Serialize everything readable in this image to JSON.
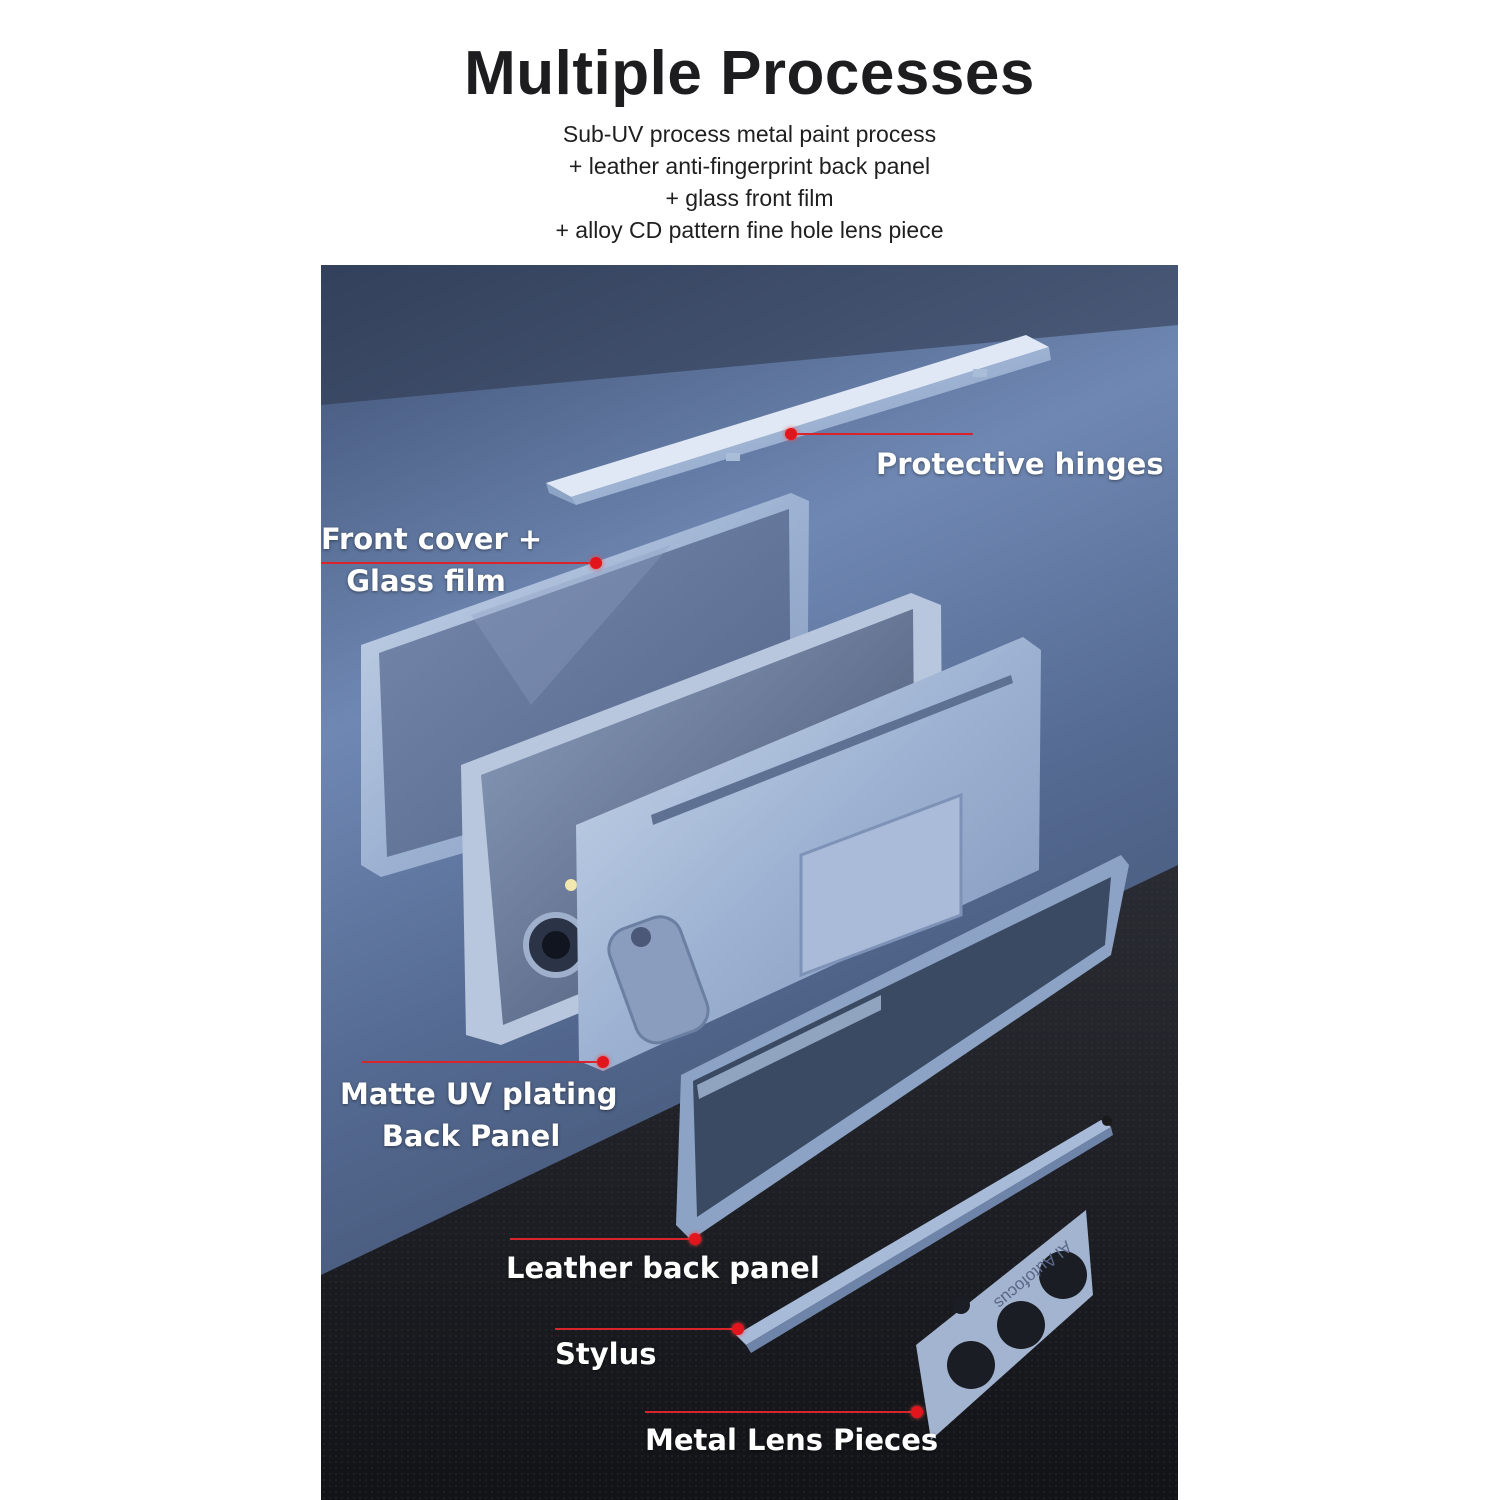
{
  "header": {
    "title": "Multiple Processes",
    "lines": [
      "Sub-UV process metal paint process",
      "+ leather anti-fingerprint back panel",
      "+ glass front film",
      "+ alloy CD pattern fine hole lens piece"
    ]
  },
  "callouts": {
    "hinges": "Protective hinges",
    "front_cover_1": "Front cover +",
    "front_cover_2": "Glass film",
    "matte_1": "Matte UV plating",
    "matte_2": "Back Panel",
    "leather": "Leather back panel",
    "stylus": "Stylus",
    "lens": "Metal Lens Pieces"
  },
  "product": {
    "lens_engraving": "AI Autofocus"
  },
  "colors": {
    "accent": "#e3151c",
    "case_blue": "#9fb6d6",
    "scene_dark": "#1e1f24"
  }
}
